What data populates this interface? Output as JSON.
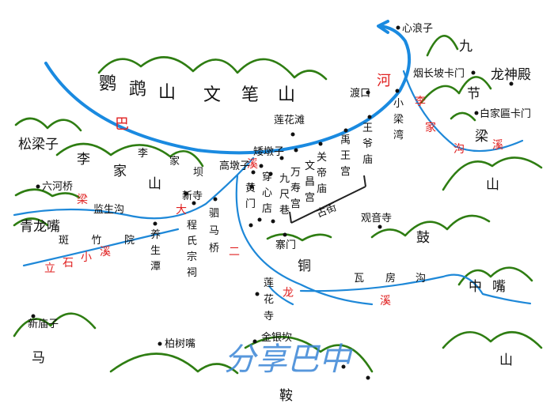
{
  "colors": {
    "mountain": "#2e7d12",
    "river": "#1a8ae0",
    "river_label": "#e02020",
    "text": "#111111"
  },
  "mountains": {
    "yingge_1": "鹦",
    "yingge_2": "鹉",
    "yingge_3": "山",
    "wenbi_1": "文",
    "wenbi_2": "笔",
    "wenbi_3": "山",
    "lijia_1": "李",
    "lijia_2": "家",
    "lijia_3": "山",
    "jiu_1": "九",
    "jiu_2": "节",
    "jiu_3": "梁",
    "gu": "鼓",
    "tong": "铜",
    "shan_e": "山",
    "zhongzui_1": "中",
    "zhongzui_2": "嘴",
    "ma": "马",
    "an": "鞍",
    "shan_se": "山"
  },
  "rivers": {
    "bahe_1": "巴",
    "bahe_2": "河",
    "lijiagou_1": "李",
    "lijiagou_2": "家",
    "lijiagou_3": "沟",
    "lijiagou_4": "溪",
    "daxi_1": "大",
    "daxi_2": "溪",
    "erlongxi_1": "二",
    "erlongxi_2": "龙",
    "erlongxi_3": "溪",
    "lianggou_1": "梁",
    "lianggou_2": "溪",
    "lishixi_1": "立",
    "lishixi_2": "石",
    "lishixi_3": "小",
    "lishixi_4": "溪",
    "wafanggou_1": "瓦",
    "wafanggou_2": "房",
    "wafanggou_3": "沟"
  },
  "places": {
    "xinlangzi": "心浪子",
    "yanchangpo": "烟长坡卡门",
    "longshendian": "龙神殿",
    "baijiabian": "白家匾卡门",
    "dukou": "渡口",
    "xiaoliangwan_1": "小",
    "xiaoliangwan_2": "梁",
    "xiaoliangwan_3": "湾",
    "lianhuatan": "莲花滩",
    "songliangzi": "松梁子",
    "wangyemiao_1": "王",
    "wangyemiao_2": "爷",
    "wangyemiao_3": "庙",
    "yuwanggong_1": "禹",
    "yuwanggong_2": "王",
    "yuwanggong_3": "宫",
    "guandimiao_1": "关",
    "guandimiao_2": "帝",
    "guandimiao_3": "庙",
    "wenchanggong_1": "文",
    "wenchanggong_2": "昌",
    "wenchanggong_3": "宫",
    "wanshougong_1": "万",
    "wanshougong_2": "寿",
    "wanshougong_3": "宫",
    "jiuchixiang_1": "九",
    "jiuchixiang_2": "尺",
    "jiuchixiang_3": "巷",
    "chuanxindian_1": "穿",
    "chuanxindian_2": "心",
    "chuanxindian_3": "店",
    "huangmen_1": "黄",
    "huangmen_2": "门",
    "aidunzi": "矮墩子",
    "gaodunzi": "高墩子",
    "lijiaba_1": "李",
    "lijiaba_2": "家",
    "lijiaba_3": "坝",
    "xinsi": "新寺",
    "liuheqiao": "六河桥",
    "jianshenggou": "监生沟",
    "qinglongzui": "青龙嘴",
    "banzhuyuan": "斑竹院",
    "yangshengtan_1": "养",
    "yangshengtan_2": "生",
    "yangshengtan_3": "潭",
    "chengshi_1": "程",
    "chengshi_2": "氏",
    "chengshi_3": "宗",
    "chengshi_4": "祠",
    "simaqiao_1": "驷",
    "simaqiao_2": "马",
    "simaqiao_3": "桥",
    "gujie": "古街",
    "guanyinsi": "观音寺",
    "zhaimen": "寨门",
    "lianhuasi_1": "莲",
    "lianhuasi_2": "花",
    "lianhuasi_3": "寺",
    "jinyinkan": "金银坎",
    "xinmiaozi": "新庙子",
    "baishuzui": "柏树嘴"
  },
  "watermark": "分享巴中"
}
